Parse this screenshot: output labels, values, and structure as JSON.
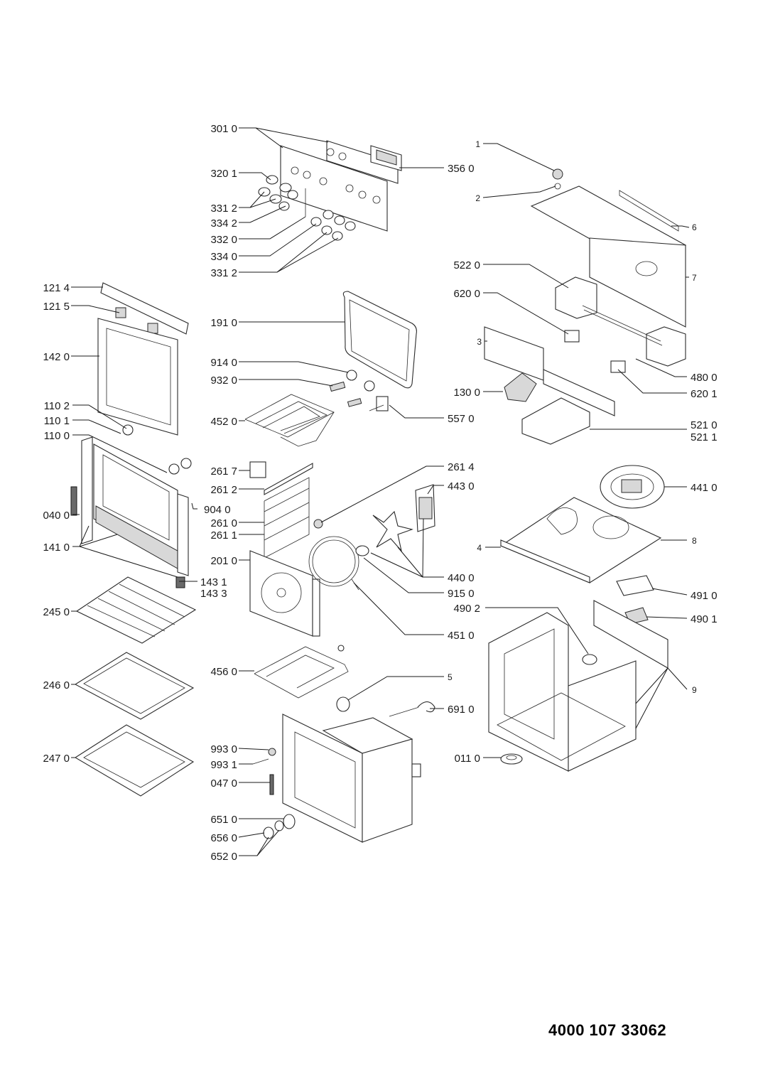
{
  "diagram": {
    "document_number": "4000 107 33062",
    "labels": {
      "l3010": "301 0",
      "l3201": "320 1",
      "l3312a": "331 2",
      "l3342": "334 2",
      "l3320": "332 0",
      "l3340": "334 0",
      "l3312b": "331 2",
      "l3560": "356 0",
      "l1214": "121 4",
      "l1215": "121 5",
      "l1420": "142 0",
      "l1102": "110 2",
      "l1101": "110 1",
      "l1100": "110 0",
      "l0400": "040 0",
      "l1410": "141 0",
      "l1431": "143 1",
      "l1433": "143 3",
      "l2450": "245 0",
      "l2460": "246 0",
      "l2470": "247 0",
      "l1910": "191 0",
      "l9140": "914 0",
      "l9320": "932 0",
      "l4520": "452 0",
      "l5570": "557 0",
      "l2617": "261 7",
      "l2612": "261 2",
      "l9040": "904 0",
      "l2610": "261 0",
      "l2611": "261 1",
      "l2614": "261 4",
      "l4430": "443 0",
      "l2010": "201 0",
      "l4400": "440 0",
      "l9150": "915 0",
      "l4510": "451 0",
      "l4560": "456 0",
      "l5": "5",
      "l6910": "691 0",
      "l9930": "993 0",
      "l9931": "993 1",
      "l0470": "047 0",
      "l6510": "651 0",
      "l6560": "656 0",
      "l6520": "652 0",
      "l1": "1",
      "l2": "2",
      "l6": "6",
      "l7": "7",
      "l5220": "522 0",
      "l6200": "620 0",
      "l3": "3",
      "l4800": "480 0",
      "l6201": "620 1",
      "l1300": "130 0",
      "l5210": "521 0",
      "l5211": "521 1",
      "l4410": "441 0",
      "l4": "4",
      "l8": "8",
      "l4910": "491 0",
      "l4902": "490 2",
      "l4901": "490 1",
      "l9": "9",
      "l0110": "011 0"
    }
  }
}
